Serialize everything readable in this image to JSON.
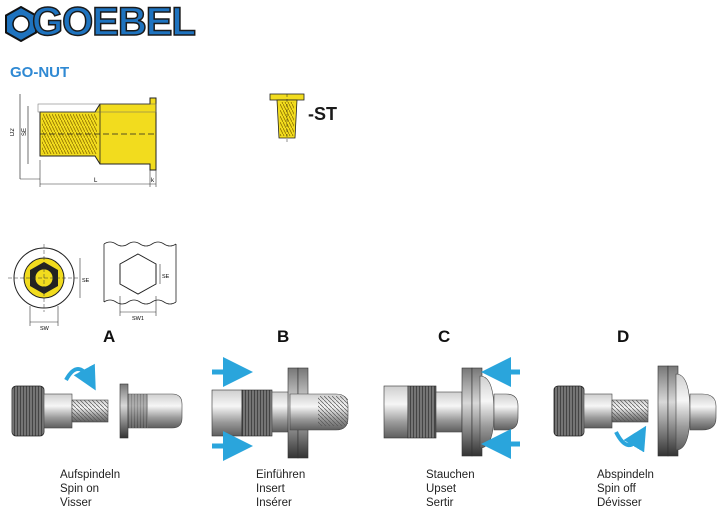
{
  "brand": {
    "name": "GOEBEL"
  },
  "product": {
    "title": "GO-NUT",
    "variant": "-ST"
  },
  "dimensions": {
    "d2": "D2",
    "se": "SE",
    "l": "L",
    "k": "k",
    "sw": "SW",
    "sw1": "SW1"
  },
  "steps": [
    {
      "letter": "A",
      "de": "Aufspindeln",
      "en": "Spin on",
      "fr": "Visser"
    },
    {
      "letter": "B",
      "de": "Einführen",
      "en": "Insert",
      "fr": "Insérer"
    },
    {
      "letter": "C",
      "de": "Stauchen",
      "en": "Upset",
      "fr": "Sertir"
    },
    {
      "letter": "D",
      "de": "Abspindeln",
      "en": "Spin off",
      "fr": "Dévisser"
    }
  ],
  "colors": {
    "brand_blue": "#1e73bf",
    "title_blue": "#2f89d3",
    "nut_yellow": "#f2dc1e",
    "arrow_blue": "#2aa5dc"
  },
  "icons": [
    "hex-bolt-icon",
    "spin-arrow-icon",
    "push-arrow-icon"
  ]
}
